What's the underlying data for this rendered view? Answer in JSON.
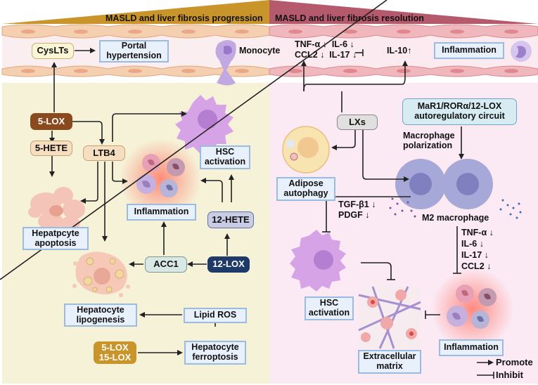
{
  "header": {
    "left_title": "MASLD and liver fibrosis progression",
    "right_title": "MASLD and liver fibrosis resolution",
    "left_color": "#c9952a",
    "right_color": "#b5596c"
  },
  "vessel": {
    "cysLTs": "CysLTs",
    "portal_hypertension": "Portal hypertension",
    "monocyte": "Monocyte",
    "cytokines_left_row1": "TNF-α ↓  IL-6 ↓",
    "cytokines_left_row2": "CCL2 ↓  IL-17 ↓",
    "il10": "IL-10↑",
    "inflammation": "Inflammation"
  },
  "left_panel": {
    "five_lox": "5-LOX",
    "five_hete": "5-HETE",
    "ltb4": "LTB4",
    "hepatocyte_apoptosis": "Hepatpcyte apoptosis",
    "inflammation": "Inflammation",
    "hsc_activation": "HSC activation",
    "twelve_hete": "12-HETE",
    "acc1": "ACC1",
    "twelve_lox": "12-LOX",
    "hepatocyte_lipogenesis": "Hepatocyte lipogenesis",
    "lipid_ros": "Lipid ROS",
    "five_fifteen_lox_1": "5-LOX",
    "five_fifteen_lox_2": "15-LOX",
    "hepatocyte_ferroptosis": "Hepatocyte ferroptosis"
  },
  "right_panel": {
    "lxs": "LXs",
    "adipose_autophagy": "Adipose autophagy",
    "mar1_circuit": "MaR1/RORα/12-LOX autoregulatory circuit",
    "macrophage_polarization": "Macrophage polarization",
    "m2_macrophage": "M2 macrophage",
    "tgf_b1": "TGF-β1 ↓",
    "pdgf": "PDGF ↓",
    "tnf_a": "TNF-α ↓",
    "il6": "IL-6 ↓",
    "il17": "IL-17 ↓",
    "ccl2": "CCL2 ↓",
    "hsc_activation": "HSC activation",
    "extracellular_matrix": "Extracellular matrix",
    "inflammation": "Inflammation"
  },
  "legend": {
    "promote": "Promote",
    "inhibit": "Inhibit"
  }
}
